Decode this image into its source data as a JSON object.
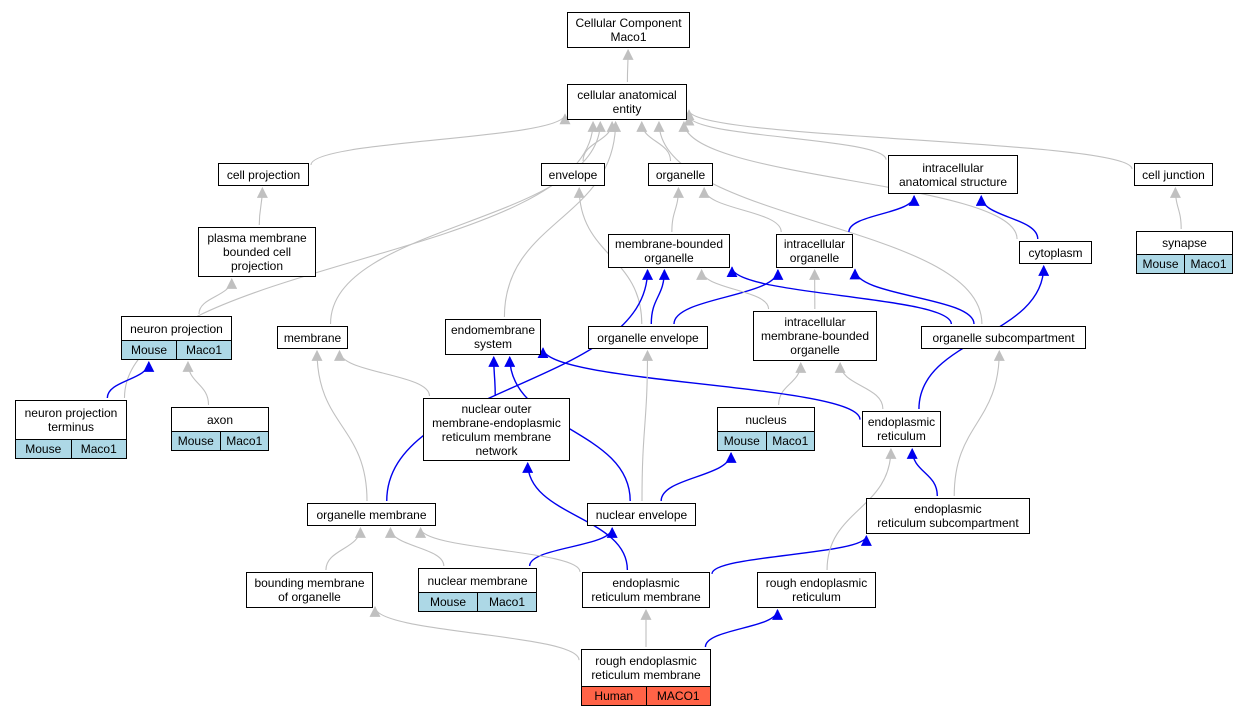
{
  "colors": {
    "is_a_edge": "#c0c0c0",
    "part_of_edge": "#0000ee",
    "mouse_annotation": "#add8e6",
    "human_annotation": "#ff6347"
  },
  "nodes": {
    "root": {
      "label": "Cellular Component\nMaco1"
    },
    "cae": {
      "label": "cellular anatomical\nentity"
    },
    "cell_projection": {
      "label": "cell projection"
    },
    "envelope": {
      "label": "envelope"
    },
    "organelle": {
      "label": "organelle"
    },
    "ias": {
      "label": "intracellular\nanatomical structure"
    },
    "cell_junction": {
      "label": "cell junction"
    },
    "pmbcp": {
      "label": "plasma membrane\nbounded cell\nprojection"
    },
    "mbo": {
      "label": "membrane-bounded\norganelle"
    },
    "io": {
      "label": "intracellular\norganelle"
    },
    "cytoplasm": {
      "label": "cytoplasm"
    },
    "synapse": {
      "label": "synapse",
      "species": "Mouse",
      "gene": "Maco1"
    },
    "neuron_projection": {
      "label": "neuron projection",
      "species": "Mouse",
      "gene": "Maco1"
    },
    "membrane": {
      "label": "membrane"
    },
    "endomembrane": {
      "label": "endomembrane\nsystem"
    },
    "organelle_envelope": {
      "label": "organelle envelope"
    },
    "imbo": {
      "label": "intracellular\nmembrane-bounded\norganelle"
    },
    "organelle_subcompartment": {
      "label": "organelle subcompartment"
    },
    "npt": {
      "label": "neuron projection\nterminus",
      "species": "Mouse",
      "gene": "Maco1"
    },
    "axon": {
      "label": "axon",
      "species": "Mouse",
      "gene": "Maco1"
    },
    "nuclear_outer": {
      "label": "nuclear outer\nmembrane-endoplasmic\nreticulum membrane\nnetwork"
    },
    "nucleus": {
      "label": "nucleus",
      "species": "Mouse",
      "gene": "Maco1"
    },
    "er": {
      "label": "endoplasmic\nreticulum"
    },
    "organelle_membrane": {
      "label": "organelle membrane"
    },
    "nuclear_envelope": {
      "label": "nuclear envelope"
    },
    "er_subcompartment": {
      "label": "endoplasmic\nreticulum subcompartment"
    },
    "bmo": {
      "label": "bounding membrane\nof organelle"
    },
    "nuclear_membrane": {
      "label": "nuclear membrane",
      "species": "Mouse",
      "gene": "Maco1"
    },
    "er_membrane": {
      "label": "endoplasmic\nreticulum membrane"
    },
    "rough_er": {
      "label": "rough endoplasmic\nreticulum"
    },
    "rough_er_membrane": {
      "label": "rough endoplasmic\nreticulum membrane",
      "species": "Human",
      "gene": "MACO1"
    }
  },
  "edges": [
    {
      "from": "cae",
      "to": "root",
      "kind": "is_a"
    },
    {
      "from": "cell_projection",
      "to": "cae",
      "kind": "is_a"
    },
    {
      "from": "envelope",
      "to": "cae",
      "kind": "is_a"
    },
    {
      "from": "organelle",
      "to": "cae",
      "kind": "is_a"
    },
    {
      "from": "ias",
      "to": "cae",
      "kind": "is_a"
    },
    {
      "from": "cell_junction",
      "to": "cae",
      "kind": "is_a"
    },
    {
      "from": "npt",
      "to": "cae",
      "kind": "is_a"
    },
    {
      "from": "membrane",
      "to": "cae",
      "kind": "is_a"
    },
    {
      "from": "endomembrane",
      "to": "cae",
      "kind": "is_a"
    },
    {
      "from": "organelle_subcompartment",
      "to": "cae",
      "kind": "is_a"
    },
    {
      "from": "cytoplasm",
      "to": "cae",
      "kind": "is_a"
    },
    {
      "from": "pmbcp",
      "to": "cell_projection",
      "kind": "is_a"
    },
    {
      "from": "synapse",
      "to": "cell_junction",
      "kind": "is_a"
    },
    {
      "from": "mbo",
      "to": "organelle",
      "kind": "is_a"
    },
    {
      "from": "io",
      "to": "organelle",
      "kind": "is_a"
    },
    {
      "from": "io",
      "to": "ias",
      "kind": "part_of"
    },
    {
      "from": "cytoplasm",
      "to": "ias",
      "kind": "part_of"
    },
    {
      "from": "neuron_projection",
      "to": "pmbcp",
      "kind": "is_a"
    },
    {
      "from": "npt",
      "to": "neuron_projection",
      "kind": "part_of"
    },
    {
      "from": "axon",
      "to": "neuron_projection",
      "kind": "is_a"
    },
    {
      "from": "organelle_envelope",
      "to": "envelope",
      "kind": "is_a"
    },
    {
      "from": "organelle_envelope",
      "to": "mbo",
      "kind": "part_of"
    },
    {
      "from": "organelle_envelope",
      "to": "io",
      "kind": "part_of"
    },
    {
      "from": "imbo",
      "to": "mbo",
      "kind": "is_a"
    },
    {
      "from": "imbo",
      "to": "io",
      "kind": "is_a"
    },
    {
      "from": "organelle_subcompartment",
      "to": "mbo",
      "kind": "part_of"
    },
    {
      "from": "organelle_subcompartment",
      "to": "io",
      "kind": "part_of"
    },
    {
      "from": "nuclear_outer",
      "to": "membrane",
      "kind": "is_a"
    },
    {
      "from": "nuclear_outer",
      "to": "endomembrane",
      "kind": "part_of"
    },
    {
      "from": "nucleus",
      "to": "imbo",
      "kind": "is_a"
    },
    {
      "from": "er",
      "to": "imbo",
      "kind": "is_a"
    },
    {
      "from": "er",
      "to": "endomembrane",
      "kind": "part_of"
    },
    {
      "from": "er",
      "to": "cytoplasm",
      "kind": "part_of"
    },
    {
      "from": "organelle_membrane",
      "to": "membrane",
      "kind": "is_a"
    },
    {
      "from": "organelle_membrane",
      "to": "mbo",
      "kind": "part_of"
    },
    {
      "from": "nuclear_envelope",
      "to": "organelle_envelope",
      "kind": "is_a"
    },
    {
      "from": "nuclear_envelope",
      "to": "endomembrane",
      "kind": "part_of"
    },
    {
      "from": "nuclear_envelope",
      "to": "nucleus",
      "kind": "part_of"
    },
    {
      "from": "er_subcompartment",
      "to": "er",
      "kind": "part_of"
    },
    {
      "from": "er_subcompartment",
      "to": "organelle_subcompartment",
      "kind": "is_a"
    },
    {
      "from": "bmo",
      "to": "organelle_membrane",
      "kind": "is_a"
    },
    {
      "from": "nuclear_membrane",
      "to": "organelle_membrane",
      "kind": "is_a"
    },
    {
      "from": "nuclear_membrane",
      "to": "nuclear_envelope",
      "kind": "part_of"
    },
    {
      "from": "er_membrane",
      "to": "organelle_membrane",
      "kind": "is_a"
    },
    {
      "from": "er_membrane",
      "to": "nuclear_outer",
      "kind": "part_of"
    },
    {
      "from": "er_membrane",
      "to": "er_subcompartment",
      "kind": "part_of"
    },
    {
      "from": "rough_er",
      "to": "er",
      "kind": "is_a"
    },
    {
      "from": "rough_er_membrane",
      "to": "er_membrane",
      "kind": "is_a"
    },
    {
      "from": "rough_er_membrane",
      "to": "bmo",
      "kind": "is_a"
    },
    {
      "from": "rough_er_membrane",
      "to": "rough_er",
      "kind": "part_of"
    }
  ]
}
